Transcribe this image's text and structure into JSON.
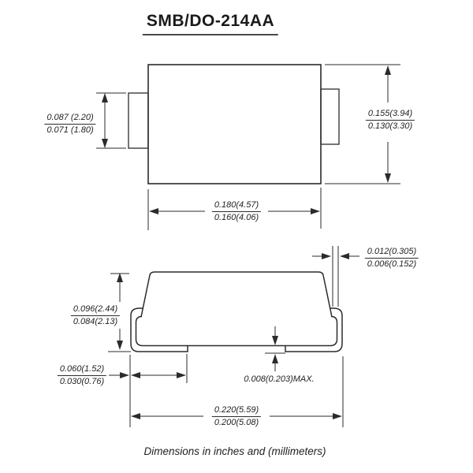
{
  "title": "SMB/DO-214AA",
  "caption": "Dimensions in inches and (millimeters)",
  "top_view": {
    "terminal_width": {
      "max": "0.087 (2.20)",
      "min": "0.071 (1.80)"
    },
    "body_height": {
      "max": "0.155(3.94)",
      "min": "0.130(3.30)"
    },
    "body_width": {
      "max": "0.180(4.57)",
      "min": "0.160(4.06)"
    }
  },
  "side_view": {
    "lead_thickness": {
      "max": "0.012(0.305)",
      "min": "0.006(0.152)"
    },
    "body_thickness": {
      "max": "0.096(2.44)",
      "min": "0.084(2.13)"
    },
    "foot_length": {
      "max": "0.060(1.52)",
      "min": "0.030(0.76)"
    },
    "standoff": "0.008(0.203)MAX.",
    "overall_width": {
      "max": "0.220(5.59)",
      "min": "0.200(5.08)"
    }
  }
}
